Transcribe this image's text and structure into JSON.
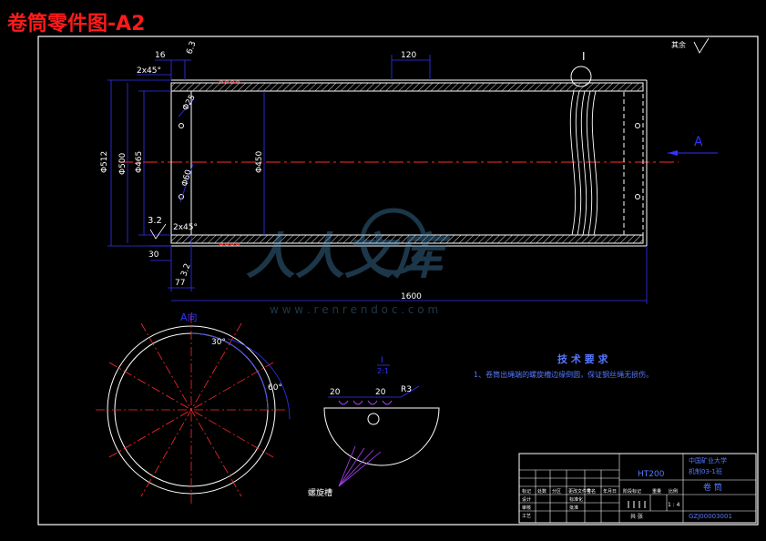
{
  "title": "卷筒零件图-A2",
  "colors": {
    "background": "#000000",
    "outline": "#ffffff",
    "dimension": "#3333ff",
    "centerline": "#ff2a2a",
    "section_view": "#b040ff",
    "title_text": "#ff1a1a",
    "notes_text": "#5577ff",
    "hatch": "#dddddd"
  },
  "roughness_note": "其余",
  "view_labels": {
    "section_i": "I",
    "arrow_a": "A",
    "a_view": "A向",
    "detail_i": "I",
    "detail_scale": "2:1"
  },
  "dimensions": {
    "d16": "16",
    "d2x45": "2x45°",
    "d120": "120",
    "d6_3": "6.3",
    "d3_2": "3.2",
    "phi512": "Φ512",
    "phi500": "Φ500",
    "phi465": "Φ465",
    "phi450": "Φ450",
    "phi25": "Φ25",
    "phi60": "Φ60",
    "d30": "30",
    "d3_2b": "3.2",
    "d77": "77",
    "d1600": "1600",
    "ang30": "30°",
    "ang60": "60°",
    "d20a": "20",
    "d20b": "20",
    "r3": "R3"
  },
  "groove_label": "螺旋槽",
  "tech_requirements": {
    "heading": "技 术 要 求",
    "item1": "1、卷筒出绳端的螺旋槽边缘倒圆，保证钢丝绳无损伤。"
  },
  "title_block": {
    "material": "HT200",
    "school": "中国矿业大学",
    "class": "机制03-1班",
    "part_name": "卷   筒",
    "drawing_no": "GZJ00003001",
    "scale_hint": "1 : 4",
    "sheet": "共 张",
    "header_cells": [
      "标记",
      "处数",
      "分区",
      "更改文件号",
      "签名",
      "年月日"
    ],
    "row_labels": [
      "设计",
      "审核",
      "工艺",
      "标准化",
      "批准"
    ],
    "stage_labels": [
      "阶段标记",
      "重量",
      "比例"
    ]
  },
  "watermark": {
    "text": "人人文库",
    "url": "w w w . r e n r e n d o c . c o m"
  }
}
